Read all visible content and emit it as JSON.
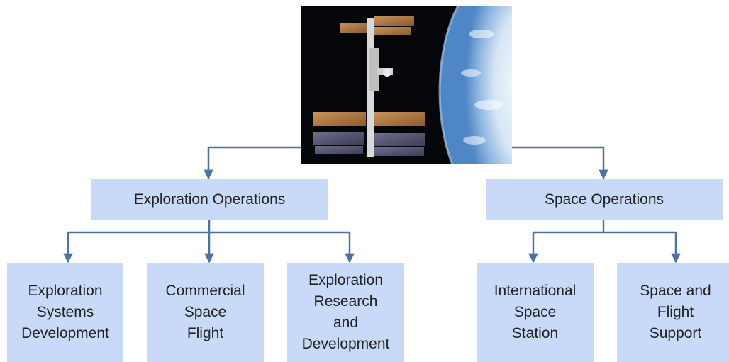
{
  "root": {
    "image": "international-space-station-photo"
  },
  "divisions": [
    {
      "label": "Exploration Operations",
      "children": [
        {
          "label": "Exploration\nSystems\nDevelopment"
        },
        {
          "label": "Commercial\nSpace\nFlight"
        },
        {
          "label": "Exploration\nResearch\nand\nDevelopment"
        }
      ]
    },
    {
      "label": "Space Operations",
      "children": [
        {
          "label": "International\nSpace\nStation"
        },
        {
          "label": "Space and\nFlight\nSupport"
        }
      ]
    }
  ],
  "colors": {
    "box_fill": "#c9daf8",
    "connector": "#4a74a8",
    "text": "#222222"
  }
}
